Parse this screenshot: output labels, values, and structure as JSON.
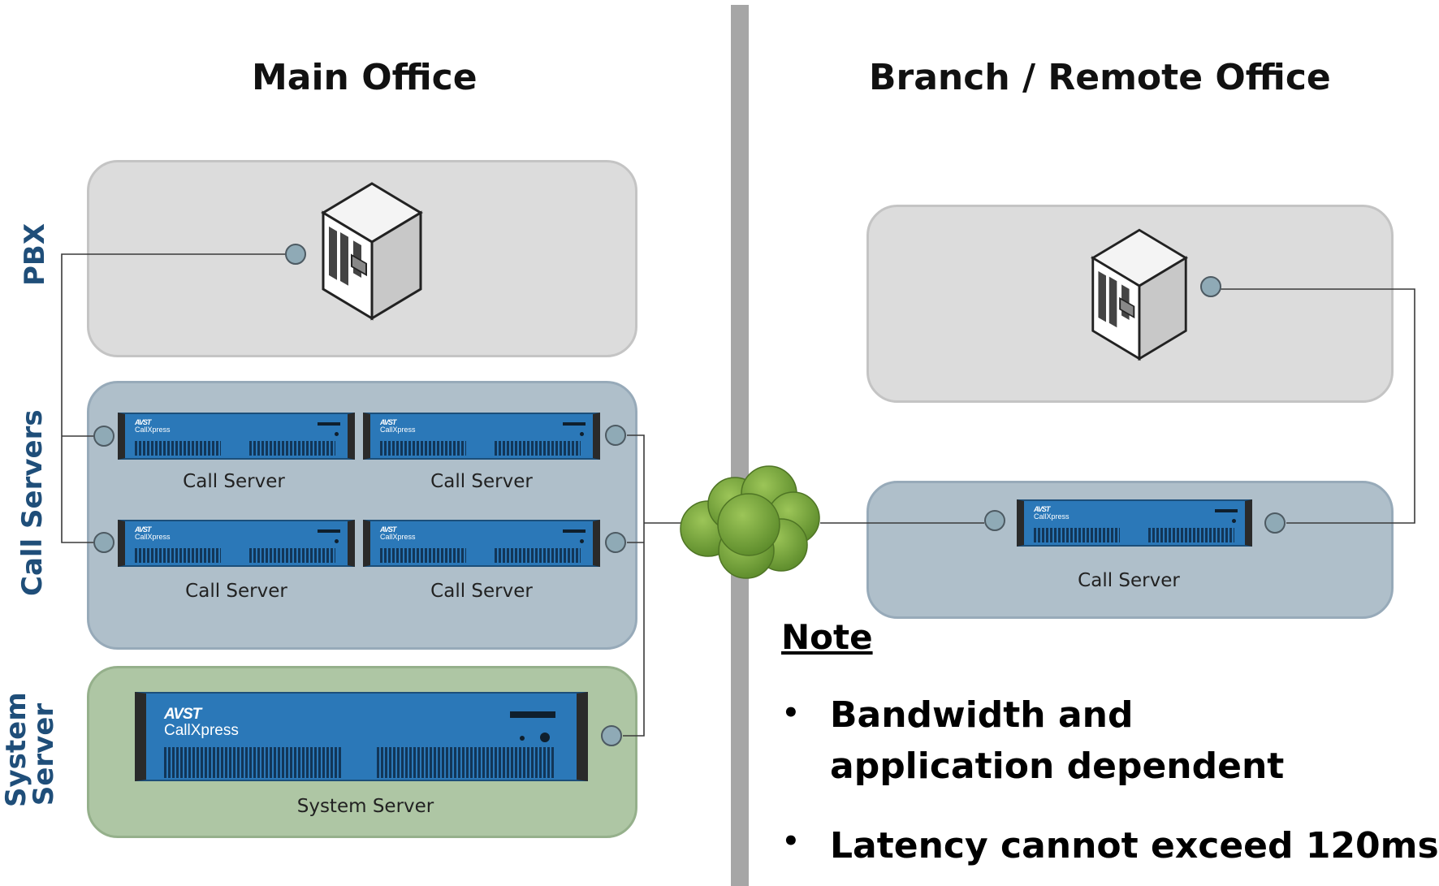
{
  "headings": {
    "main_office": "Main Office",
    "branch_office": "Branch / Remote  Office"
  },
  "row_labels": {
    "pbx": "PBX",
    "call_servers": "Call Servers",
    "system_server_line1": "System",
    "system_server_line2": "Server"
  },
  "main_office": {
    "call_servers": [
      {
        "caption": "Call Server"
      },
      {
        "caption": "Call Server"
      },
      {
        "caption": "Call Server"
      },
      {
        "caption": "Call Server"
      }
    ],
    "system_server": {
      "caption": "System Server"
    }
  },
  "branch_office": {
    "call_server": {
      "caption": "Call Server"
    }
  },
  "device_brand": {
    "logo": "AVST",
    "product": "CallXpress"
  },
  "note": {
    "title": "Note",
    "bullets": [
      "Bandwidth and application dependent",
      "Latency cannot exceed 120ms"
    ]
  },
  "colors": {
    "pbx_zone": "#dcdcdc",
    "call_zone": "#afbfca",
    "system_zone": "#aec6a4",
    "rack_blue": "#2b78b8",
    "label_blue": "#1f4e79",
    "cloud_green": "#7aa33c",
    "divider_gray": "#a6a6a6"
  },
  "icons": {
    "pbx": "server-tower-icon",
    "network": "network-cloud-icon",
    "connector": "port-connector-icon"
  }
}
